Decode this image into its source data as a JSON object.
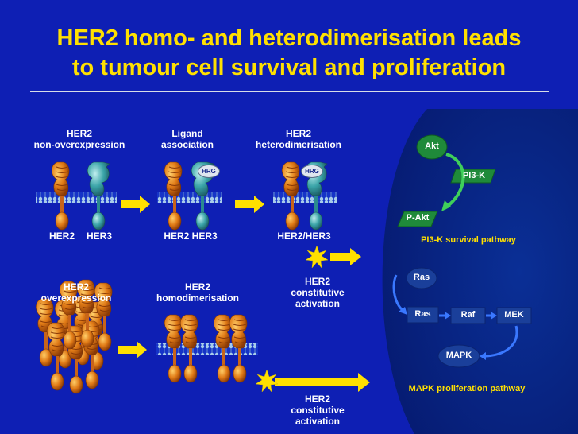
{
  "title": {
    "line1": "HER2 homo- and heterodimerisation leads",
    "line2": "to tumour cell survival and proliferation"
  },
  "stages": {
    "non_overexpression": {
      "line1": "HER2",
      "line2": "non-overexpression"
    },
    "ligand_association": {
      "line1": "Ligand",
      "line2": "association"
    },
    "heterodimerisation": {
      "line1": "HER2",
      "line2": "heterodimerisation"
    },
    "overexpression": {
      "line1": "HER2",
      "line2": "overexpression"
    },
    "homodimerisation": {
      "line1": "HER2",
      "line2": "homodimerisation"
    }
  },
  "receptor_labels": {
    "her2_a": "HER2",
    "her3_a": "HER3",
    "her2_her3_b": "HER2 HER3",
    "her2_slash_her3": "HER2/HER3"
  },
  "ligand_label": "HRG",
  "activation": {
    "top": {
      "line1": "HER2",
      "line2": "constitutive",
      "line3": "activation"
    },
    "bottom": {
      "line1": "HER2",
      "line2": "constitutive",
      "line3": "activation"
    }
  },
  "pi3k_pathway": {
    "akt": "Akt",
    "pi3k": "PI3-K",
    "pakt": "P-Akt",
    "caption": "PI3-K survival pathway"
  },
  "mapk_pathway": {
    "ras_top": "Ras",
    "ras_box": "Ras",
    "raf": "Raf",
    "mek": "MEK",
    "mapk": "MAPK",
    "caption": "MAPK proliferation pathway"
  },
  "colors": {
    "background": "#0e1fb4",
    "title": "#ffe000",
    "arrow": "#ffe000",
    "her2_receptor": "#e07a16",
    "her3_receptor": "#3aa4a8",
    "membrane": "#9fc4e0",
    "pathway_panel": "#0a2a8c",
    "akt_green": "#1f8a3a",
    "ras_blue": "#1a3f9a"
  }
}
